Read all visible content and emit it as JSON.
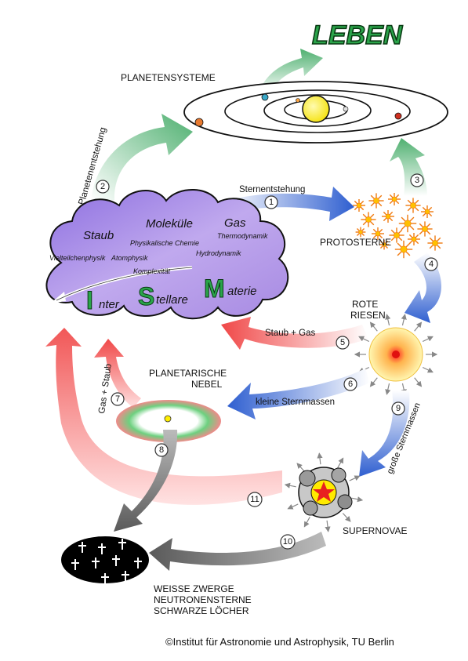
{
  "title": "LEBEN",
  "planetensysteme": "PLANETENSYSTEME",
  "protosterne": "PROTOSTERNE",
  "rote_riesen": [
    "ROTE",
    "RIESEN"
  ],
  "planetarische_nebel": [
    "PLANETARISCHE",
    "NEBEL"
  ],
  "supernovae": "SUPERNOVAE",
  "endstadien": [
    "WEISSE ZWERGE",
    "NEUTRONENSTERNE",
    "SCHWARZE LÖCHER"
  ],
  "cloud": {
    "words": [
      "Staub",
      "Moleküle",
      "Gas"
    ],
    "fields": [
      "Vielteilchenphysik",
      "Physikalische Chemie",
      "Thermodynamik",
      "Atomphysik",
      "Hydrodynamik"
    ],
    "komplexitaet": "Komplexität",
    "ism": {
      "i": "I",
      "i_rest": "nter",
      "s": "S",
      "s_rest": "tellare",
      "m": "M",
      "m_rest": "aterie"
    }
  },
  "arrows": {
    "a1": "Sternentstehung",
    "a2": "Planetenentstehung",
    "a5": "Staub + Gas",
    "a6": "kleine Sternmassen",
    "a7": "Gas + Staub",
    "a9": "große Sternmassen"
  },
  "numbers": [
    "1",
    "2",
    "3",
    "4",
    "5",
    "6",
    "7",
    "8",
    "9",
    "10",
    "11"
  ],
  "copyright": "©Institut für Astronomie und Astrophysik, TU Berlin",
  "colors": {
    "green": "#5fc17f",
    "blue": "#2f5fd0",
    "red": "#f04848",
    "gray": "#6e6e6e",
    "cloud": "#b39be6",
    "sun": "#ffee00"
  }
}
